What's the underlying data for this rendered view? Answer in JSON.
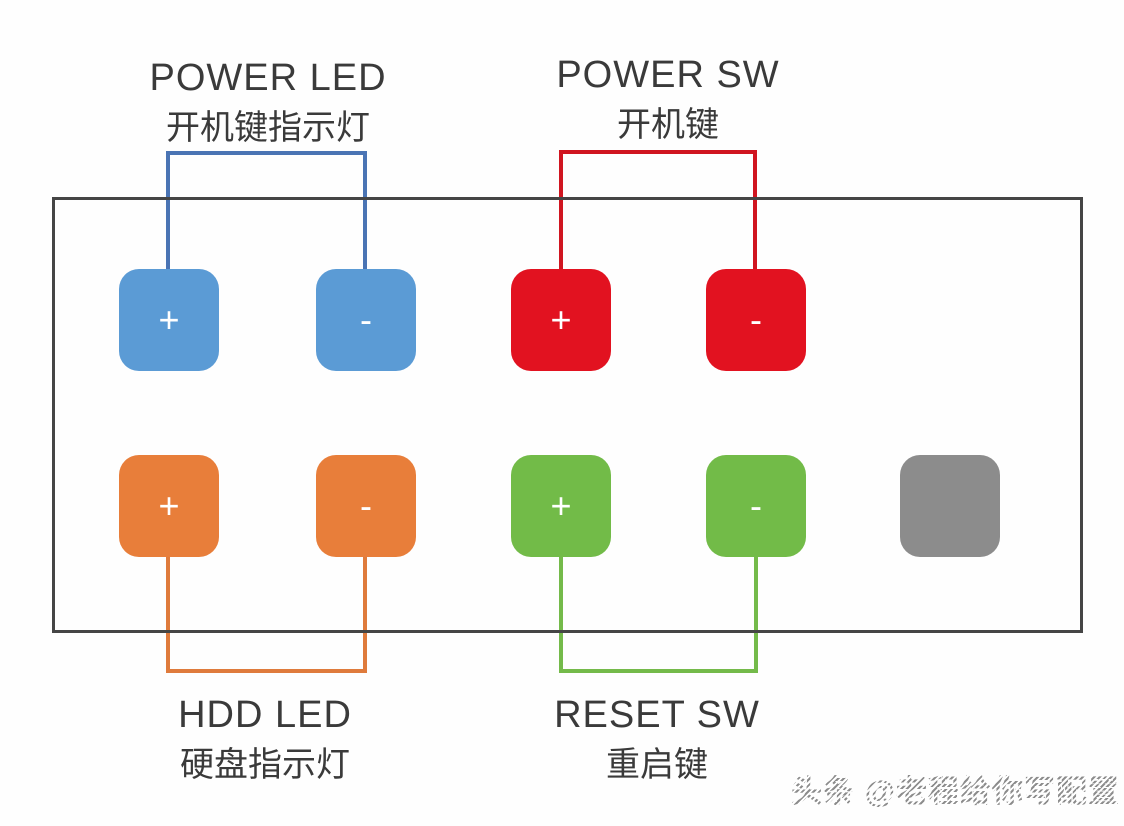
{
  "diagram": {
    "title_hint": "motherboard front panel header pinout",
    "board": {
      "border_color": "#454545"
    },
    "groups": [
      {
        "name": "power-led",
        "label_en": "POWER LED",
        "label_zh": "开机键指示灯",
        "row": "top",
        "bracket_color": "#4a74b4",
        "pin_color": "#5b9bd5",
        "pins": [
          "+",
          "-"
        ]
      },
      {
        "name": "power-sw",
        "label_en": "POWER SW",
        "label_zh": "开机键",
        "row": "top",
        "bracket_color": "#d01520",
        "pin_color": "#e21220",
        "pins": [
          "+",
          "-"
        ]
      },
      {
        "name": "hdd-led",
        "label_en": "HDD LED",
        "label_zh": "硬盘指示灯",
        "row": "bottom",
        "bracket_color": "#df7b3c",
        "pin_color": "#e87e3a",
        "pins": [
          "+",
          "-"
        ]
      },
      {
        "name": "reset-sw",
        "label_en": "RESET SW",
        "label_zh": "重启键",
        "row": "bottom",
        "bracket_color": "#74ba4a",
        "pin_color": "#72bb48",
        "pins": [
          "+",
          "-"
        ]
      }
    ],
    "unused_pin": {
      "color": "#8c8c8c",
      "label": ""
    },
    "watermark": "头条 @老程给你写配置"
  }
}
